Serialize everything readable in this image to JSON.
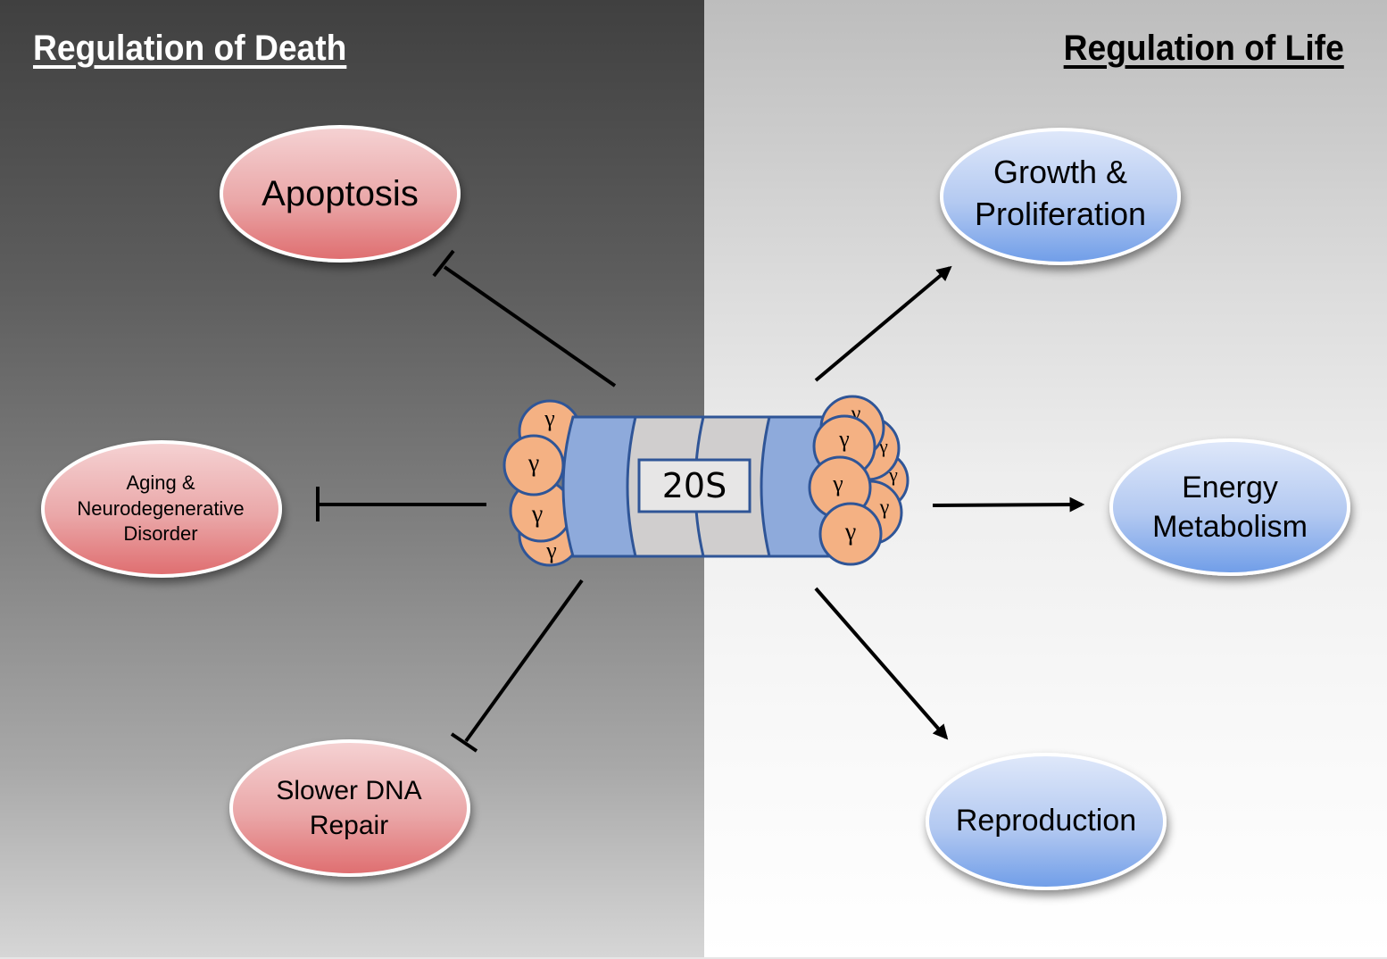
{
  "headings": {
    "left": "Regulation of Death",
    "right": "Regulation of Life"
  },
  "center": {
    "label": "20S",
    "subunit_symbol": "γ"
  },
  "death_nodes": [
    {
      "id": "apoptosis",
      "label": "Apoptosis",
      "relation": "inhibits"
    },
    {
      "id": "aging",
      "label": "Aging &\nNeurodegenerative\nDisorder",
      "relation": "inhibits"
    },
    {
      "id": "dna",
      "label": "Slower DNA\nRepair",
      "relation": "inhibits"
    }
  ],
  "life_nodes": [
    {
      "id": "growth",
      "label": "Growth &\nProliferation",
      "relation": "promotes"
    },
    {
      "id": "energy",
      "label": "Energy\nMetabolism",
      "relation": "promotes"
    },
    {
      "id": "repro",
      "label": "Reproduction",
      "relation": "promotes"
    }
  ],
  "colors": {
    "death_node_top": "#f5d2d3",
    "death_node_bottom": "#df6d6f",
    "life_node_top": "#dfe8fa",
    "life_node_bottom": "#6f9de8",
    "proteasome_outer": "#8eaadb",
    "proteasome_inner": "#d0cece",
    "proteasome_stroke": "#2f5597",
    "gamma_fill": "#f4b183",
    "label_box_fill": "#e7e6e6"
  }
}
